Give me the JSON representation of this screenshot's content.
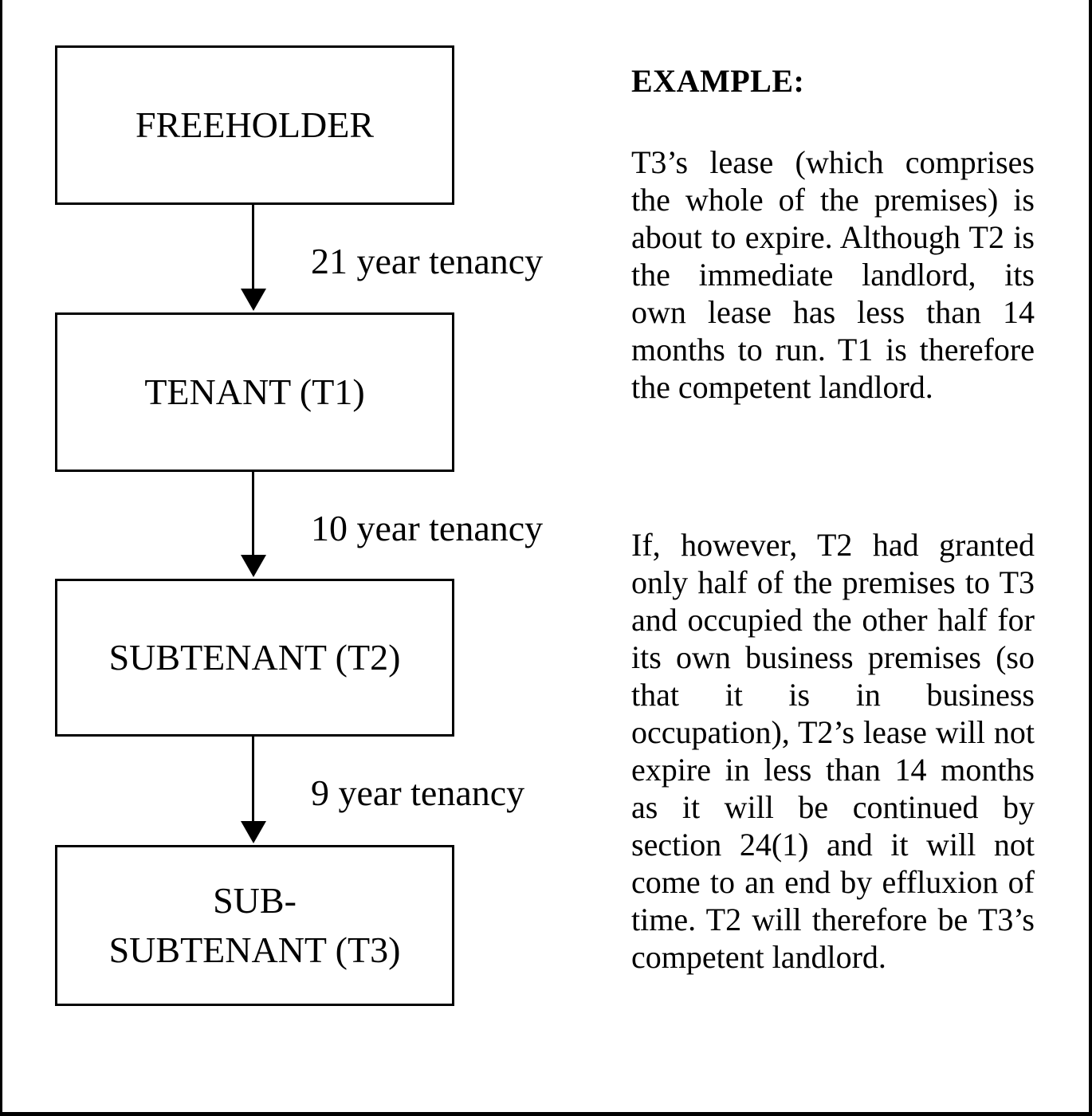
{
  "colors": {
    "ink": "#000000",
    "paper": "#ffffff"
  },
  "diagram": {
    "boxes": [
      {
        "label": "FREEHOLDER"
      },
      {
        "label": "TENANT (T1)"
      },
      {
        "label": "SUBTENANT (T2)"
      },
      {
        "label": "SUB-\nSUBTENANT (T3)"
      }
    ],
    "arrows": [
      {
        "label": "21 year tenancy"
      },
      {
        "label": "10 year tenancy"
      },
      {
        "label": "9 year tenancy"
      }
    ]
  },
  "example": {
    "heading": "EXAMPLE:",
    "paragraphs": [
      "T3’s lease (which comprises the whole of the premises) is about to expire. Although T2 is the immediate landlord, its own lease has less than 14 months to run. T1 is therefore the competent landlord.",
      "If, however, T2 had granted only half of the premises to T3 and occupied the other half for its own business premises (so that it is in business occupation), T2’s lease will not expire in less than 14 months as it will be continued by section 24(1) and it will not come to an end by effluxion of time. T2 will therefore be T3’s competent landlord."
    ]
  }
}
